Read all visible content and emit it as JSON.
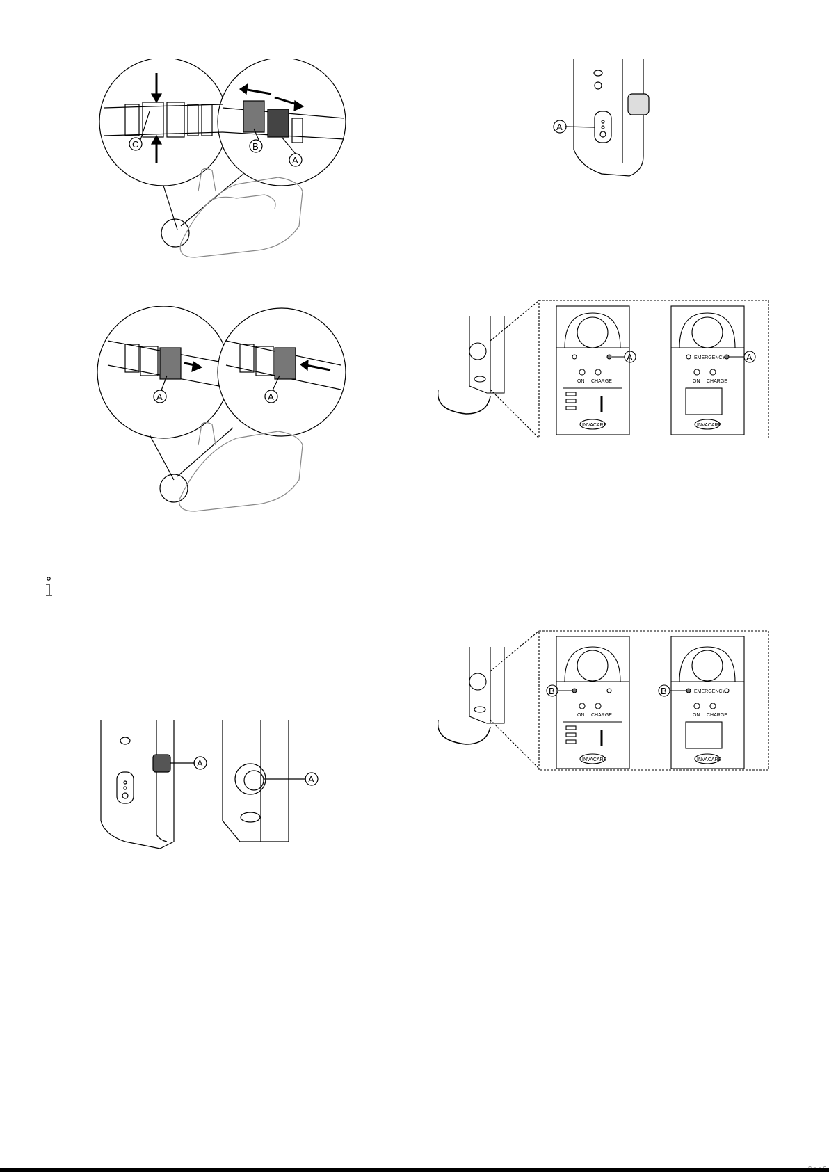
{
  "callouts": {
    "a": "A",
    "b": "B",
    "c": "C"
  },
  "panel": {
    "on": "ON",
    "charge": "CHARGE",
    "emergency": "EMERGENCY",
    "logo": "INVACARE"
  },
  "footer": {
    "marks": "□ ▭ ▭ □"
  }
}
